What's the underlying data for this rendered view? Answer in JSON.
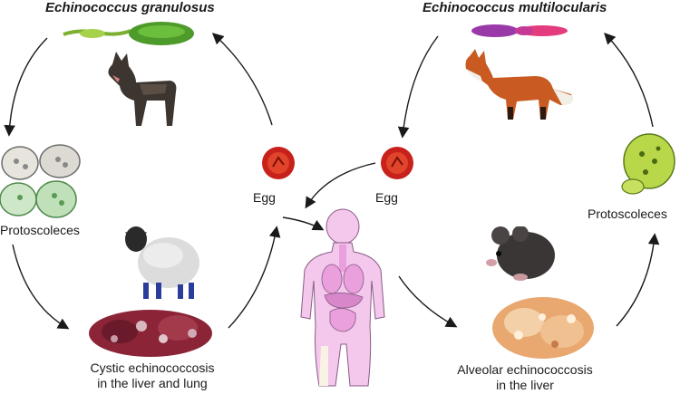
{
  "left_cycle": {
    "title": "Echinococcus granulosus",
    "protoscoleces_label": "Protoscoleces",
    "egg_label": "Egg",
    "disease_line1": "Cystic echinococcosis",
    "disease_line2": "in the liver and lung",
    "definitive_host_icon": "dog-icon",
    "intermediate_host_icon": "sheep-icon",
    "worm_icon": "tapeworm-icon",
    "cyst_icon": "cyst-tissue-icon",
    "egg_icon": "egg-icon"
  },
  "right_cycle": {
    "title": "Echinococcus multilocularis",
    "protoscoleces_label": "Protoscoleces",
    "egg_label": "Egg",
    "disease_line1": "Alveolar echinococcosis",
    "disease_line2": "in the liver",
    "definitive_host_icon": "fox-icon",
    "intermediate_host_icon": "mouse-icon",
    "worm_icon": "tapeworm-icon",
    "cyst_icon": "cyst-tissue-icon",
    "egg_icon": "egg-icon"
  },
  "center": {
    "human_icon": "human-body-icon"
  },
  "colors": {
    "arrow": "#1a1a1a",
    "egg": "#c8201a",
    "body": "#f3c8ec",
    "organs": "#e9a0dc",
    "tissue_red": "#9c2a3a",
    "tissue_orange": "#e8a870"
  }
}
